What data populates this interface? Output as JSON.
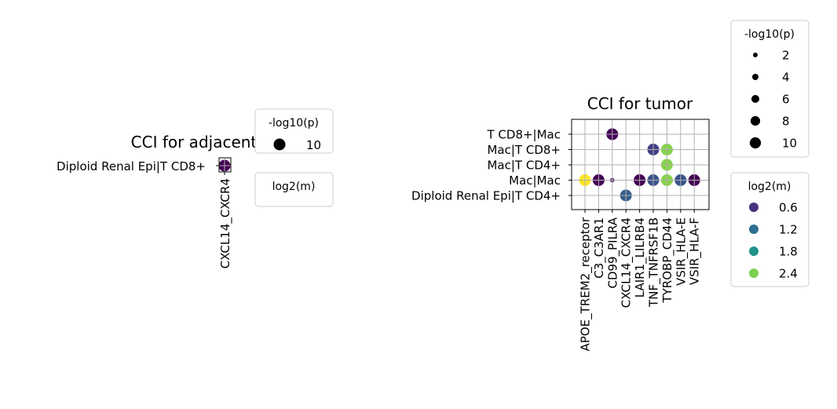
{
  "chart_data": [
    {
      "type": "scatter",
      "title": "CCI for adjacent_normal",
      "x_categories": [
        "CXCL14_CXCR4"
      ],
      "y_categories": [
        "Diploid Renal Epi|T CD8+"
      ],
      "points": [
        {
          "x": "CXCL14_CXCR4",
          "y": "Diploid Renal Epi|T CD8+",
          "neg_log10_p": 10,
          "log2_m": 0.3
        }
      ],
      "grid": true,
      "size_legend": {
        "title": "-log10(p)",
        "entries": [
          10
        ]
      },
      "color_legend": {
        "title": "log2(m)",
        "entries": []
      }
    },
    {
      "type": "scatter",
      "title": "CCI for tumor",
      "x_categories": [
        "APOE_TREM2_receptor",
        "C3_C3AR1",
        "CD99_PILRA",
        "CXCL14_CXCR4",
        "LAIR1_LILRB4",
        "TNF_TNFRSF1B",
        "TYROBP_CD44",
        "VSIR_HLA-E",
        "VSIR_HLA-F"
      ],
      "y_categories": [
        "T CD8+|Mac",
        "Mac|T CD8+",
        "Mac|T CD4+",
        "Mac|Mac",
        "Diploid Renal Epi|T CD4+"
      ],
      "points": [
        {
          "x": "CD99_PILRA",
          "y": "T CD8+|Mac",
          "neg_log10_p": 10,
          "log2_m": 0.3
        },
        {
          "x": "TNF_TNFRSF1B",
          "y": "Mac|T CD8+",
          "neg_log10_p": 10,
          "log2_m": 0.8
        },
        {
          "x": "TYROBP_CD44",
          "y": "Mac|T CD8+",
          "neg_log10_p": 10,
          "log2_m": 2.5
        },
        {
          "x": "TYROBP_CD44",
          "y": "Mac|T CD4+",
          "neg_log10_p": 10,
          "log2_m": 2.5
        },
        {
          "x": "APOE_TREM2_receptor",
          "y": "Mac|Mac",
          "neg_log10_p": 10,
          "log2_m": 3.0
        },
        {
          "x": "C3_C3AR1",
          "y": "Mac|Mac",
          "neg_log10_p": 10,
          "log2_m": 0.3
        },
        {
          "x": "CD99_PILRA",
          "y": "Mac|Mac",
          "neg_log10_p": 1.5,
          "log2_m": 0.5
        },
        {
          "x": "LAIR1_LILRB4",
          "y": "Mac|Mac",
          "neg_log10_p": 10,
          "log2_m": 0.3
        },
        {
          "x": "TNF_TNFRSF1B",
          "y": "Mac|Mac",
          "neg_log10_p": 10,
          "log2_m": 1.0
        },
        {
          "x": "TYROBP_CD44",
          "y": "Mac|Mac",
          "neg_log10_p": 10,
          "log2_m": 2.5
        },
        {
          "x": "VSIR_HLA-E",
          "y": "Mac|Mac",
          "neg_log10_p": 10,
          "log2_m": 1.0
        },
        {
          "x": "VSIR_HLA-F",
          "y": "Mac|Mac",
          "neg_log10_p": 10,
          "log2_m": 0.3
        },
        {
          "x": "CXCL14_CXCR4",
          "y": "Diploid Renal Epi|T CD4+",
          "neg_log10_p": 10,
          "log2_m": 1.1
        }
      ],
      "grid": true,
      "size_legend": {
        "title": "-log10(p)",
        "entries": [
          2,
          4,
          6,
          8,
          10
        ]
      },
      "color_legend": {
        "title": "log2(m)",
        "entries": [
          0.6,
          1.2,
          1.8,
          2.4
        ]
      }
    }
  ],
  "colors": {
    "color_scale": [
      "#440154",
      "#482878",
      "#3e4989",
      "#31688e",
      "#26828e",
      "#1f9e89",
      "#35b779",
      "#6ece58",
      "#b5de2b",
      "#fde725"
    ],
    "log2m_domain": [
      0.3,
      3.0
    ],
    "legend_colors": [
      "#46327e",
      "#2e6e8e",
      "#21918c",
      "#7ad151"
    ],
    "grid": "#b0b0b0",
    "legend_border": "#cccccc"
  }
}
